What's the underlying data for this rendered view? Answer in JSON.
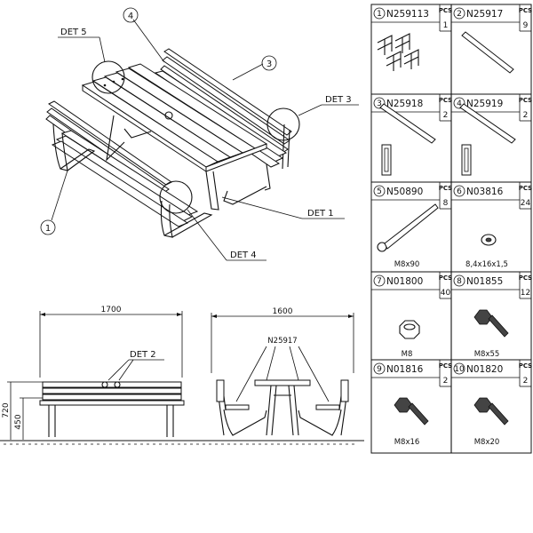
{
  "callouts": {
    "det5": "DET 5",
    "det3": "DET 3",
    "det1": "DET 1",
    "det4": "DET 4",
    "det2": "DET 2",
    "n1": "1",
    "n3": "3",
    "n4": "4"
  },
  "dimensions": {
    "width_side": "1700",
    "width_end": "1600",
    "height_total": "720",
    "height_seat": "450",
    "end_part": "N25917"
  },
  "pcs_label": "PCS",
  "parts": [
    {
      "num": "1",
      "code": "N259113",
      "qty": "1",
      "size": "",
      "icon": "frame-icon"
    },
    {
      "num": "2",
      "code": "N25917",
      "qty": "9",
      "size": "",
      "icon": "strip-icon"
    },
    {
      "num": "3",
      "code": "N25918",
      "qty": "2",
      "size": "",
      "icon": "brace-icon"
    },
    {
      "num": "4",
      "code": "N25919",
      "qty": "2",
      "size": "",
      "icon": "brace-icon"
    },
    {
      "num": "5",
      "code": "N50890",
      "qty": "8",
      "size": "M8x90",
      "icon": "carriage-bolt-icon"
    },
    {
      "num": "6",
      "code": "N03816",
      "qty": "24",
      "size": "8,4x16x1,5",
      "icon": "washer-icon"
    },
    {
      "num": "7",
      "code": "N01800",
      "qty": "40",
      "size": "M8",
      "icon": "nut-icon"
    },
    {
      "num": "8",
      "code": "N01855",
      "qty": "12",
      "size": "M8x55",
      "icon": "hex-bolt-icon"
    },
    {
      "num": "9",
      "code": "N01816",
      "qty": "2",
      "size": "M8x16",
      "icon": "hex-bolt-icon"
    },
    {
      "num": "10",
      "code": "N01820",
      "qty": "2",
      "size": "M8x20",
      "icon": "hex-bolt-icon"
    }
  ]
}
